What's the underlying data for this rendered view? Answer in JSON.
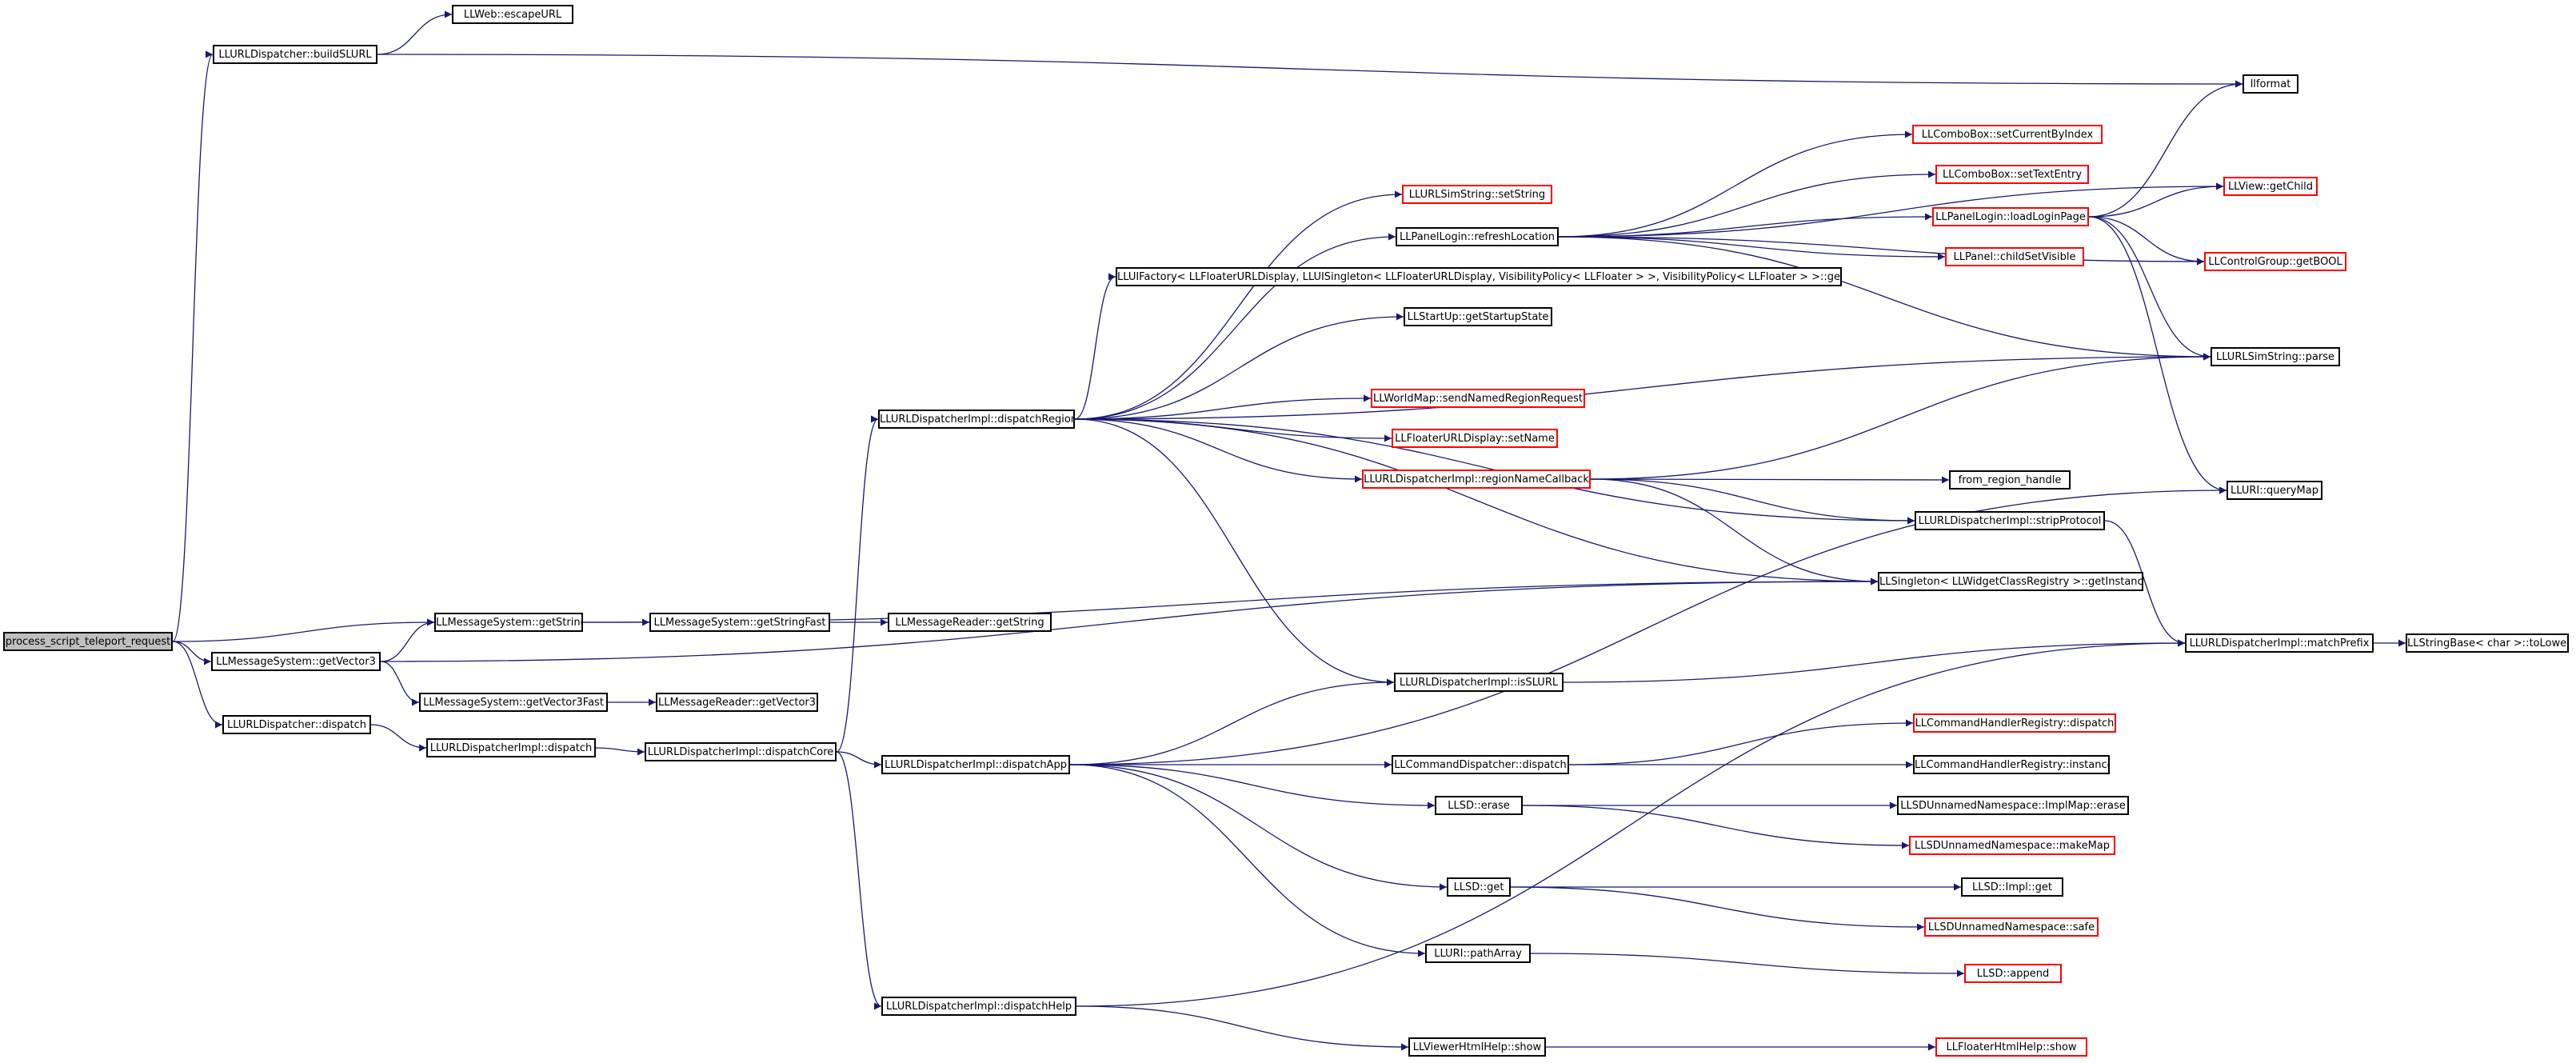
{
  "graph": {
    "colors": {
      "edge": "#191970",
      "node_border": "#000000",
      "truncated_border": "#ff0000",
      "root_fill": "#bfbfbf"
    },
    "nodes": [
      {
        "id": "process_script_teleport_request",
        "label": "process_script_teleport_request",
        "root": true
      },
      {
        "id": "buildSLURL",
        "label": "LLURLDispatcher::buildSLURL"
      },
      {
        "id": "escapeURL",
        "label": "LLWeb::escapeURL"
      },
      {
        "id": "llformat",
        "label": "llformat"
      },
      {
        "id": "getString",
        "label": "LLMessageSystem::getString"
      },
      {
        "id": "getStringFast",
        "label": "LLMessageSystem::getStringFast"
      },
      {
        "id": "readerGetString",
        "label": "LLMessageReader::getString"
      },
      {
        "id": "getVector3",
        "label": "LLMessageSystem::getVector3"
      },
      {
        "id": "getVector3Fast",
        "label": "LLMessageSystem::getVector3Fast"
      },
      {
        "id": "readerGetVector3",
        "label": "LLMessageReader::getVector3"
      },
      {
        "id": "dispatch",
        "label": "LLURLDispatcher::dispatch"
      },
      {
        "id": "implDispatch",
        "label": "LLURLDispatcherImpl::dispatch"
      },
      {
        "id": "dispatchCore",
        "label": "LLURLDispatcherImpl::dispatchCore"
      },
      {
        "id": "dispatchRegion",
        "label": "LLURLDispatcherImpl::dispatchRegion"
      },
      {
        "id": "dispatchApp",
        "label": "LLURLDispatcherImpl::dispatchApp"
      },
      {
        "id": "dispatchHelp",
        "label": "LLURLDispatcherImpl::dispatchHelp"
      },
      {
        "id": "simSetString",
        "label": "LLURLSimString::setString",
        "truncated": true
      },
      {
        "id": "refreshLocation",
        "label": "LLPanelLogin::refreshLocation"
      },
      {
        "id": "uiFactory",
        "label": "LLUIFactory< LLFloaterURLDisplay, LLUISingleton< LLFloaterURLDisplay, VisibilityPolicy< LLFloater > >, VisibilityPolicy< LLFloater > >::getInstance"
      },
      {
        "id": "getStartupState",
        "label": "LLStartUp::getStartupState"
      },
      {
        "id": "sendNamedRegionRequest",
        "label": "LLWorldMap::sendNamedRegionRequest",
        "truncated": true
      },
      {
        "id": "floaterSetName",
        "label": "LLFloaterURLDisplay::setName",
        "truncated": true
      },
      {
        "id": "regionNameCallback",
        "label": "LLURLDispatcherImpl::regionNameCallback",
        "truncated": true
      },
      {
        "id": "isSLURL",
        "label": "LLURLDispatcherImpl::isSLURL"
      },
      {
        "id": "comboSetCurrentByIndex",
        "label": "LLComboBox::setCurrentByIndex",
        "truncated": true
      },
      {
        "id": "comboSetTextEntry",
        "label": "LLComboBox::setTextEntry",
        "truncated": true
      },
      {
        "id": "loadLoginPage",
        "label": "LLPanelLogin::loadLoginPage",
        "truncated": true
      },
      {
        "id": "childSetVisible",
        "label": "LLPanel::childSetVisible",
        "truncated": true
      },
      {
        "id": "viewGetChild",
        "label": "LLView::getChild",
        "truncated": true
      },
      {
        "id": "controlGroupGetBOOL",
        "label": "LLControlGroup::getBOOL",
        "truncated": true
      },
      {
        "id": "simParse",
        "label": "LLURLSimString::parse"
      },
      {
        "id": "fromRegionHandle",
        "label": "from_region_handle"
      },
      {
        "id": "stripProtocol",
        "label": "LLURLDispatcherImpl::stripProtocol"
      },
      {
        "id": "singletonGetInstance",
        "label": "LLSingleton< LLWidgetClassRegistry >::getInstance"
      },
      {
        "id": "uriQueryMap",
        "label": "LLURI::queryMap"
      },
      {
        "id": "matchPrefix",
        "label": "LLURLDispatcherImpl::matchPrefix"
      },
      {
        "id": "toLower",
        "label": "LLStringBase< char >::toLower"
      },
      {
        "id": "cmdDispatcherDispatch",
        "label": "LLCommandDispatcher::dispatch"
      },
      {
        "id": "cmdRegistryDispatch",
        "label": "LLCommandHandlerRegistry::dispatch",
        "truncated": true
      },
      {
        "id": "cmdRegistryInstance",
        "label": "LLCommandHandlerRegistry::instance"
      },
      {
        "id": "llsdErase",
        "label": "LLSD::erase"
      },
      {
        "id": "implMapErase",
        "label": "LLSDUnnamedNamespace::ImplMap::erase"
      },
      {
        "id": "makeMap",
        "label": "LLSDUnnamedNamespace::makeMap",
        "truncated": true
      },
      {
        "id": "llsdGet",
        "label": "LLSD::get"
      },
      {
        "id": "llsdImplGet",
        "label": "LLSD::Impl::get"
      },
      {
        "id": "safe",
        "label": "LLSDUnnamedNamespace::safe",
        "truncated": true
      },
      {
        "id": "pathArray",
        "label": "LLURI::pathArray"
      },
      {
        "id": "llsdAppend",
        "label": "LLSD::append",
        "truncated": true
      },
      {
        "id": "htmlHelpShow",
        "label": "LLViewerHtmlHelp::show"
      },
      {
        "id": "floaterHtmlHelpShow",
        "label": "LLFloaterHtmlHelp::show",
        "truncated": true
      }
    ],
    "edges": [
      [
        "process_script_teleport_request",
        "buildSLURL"
      ],
      [
        "process_script_teleport_request",
        "getString"
      ],
      [
        "process_script_teleport_request",
        "getVector3"
      ],
      [
        "process_script_teleport_request",
        "dispatch"
      ],
      [
        "buildSLURL",
        "escapeURL"
      ],
      [
        "buildSLURL",
        "llformat"
      ],
      [
        "getString",
        "getStringFast"
      ],
      [
        "getString",
        "singletonGetInstance"
      ],
      [
        "getStringFast",
        "readerGetString"
      ],
      [
        "getVector3",
        "getString"
      ],
      [
        "getVector3",
        "getVector3Fast"
      ],
      [
        "getVector3",
        "singletonGetInstance"
      ],
      [
        "getVector3Fast",
        "readerGetVector3"
      ],
      [
        "dispatch",
        "implDispatch"
      ],
      [
        "implDispatch",
        "dispatchCore"
      ],
      [
        "dispatchCore",
        "dispatchRegion"
      ],
      [
        "dispatchCore",
        "dispatchApp"
      ],
      [
        "dispatchCore",
        "dispatchHelp"
      ],
      [
        "dispatchRegion",
        "simSetString"
      ],
      [
        "dispatchRegion",
        "refreshLocation"
      ],
      [
        "dispatchRegion",
        "uiFactory"
      ],
      [
        "dispatchRegion",
        "getStartupState"
      ],
      [
        "dispatchRegion",
        "simParse"
      ],
      [
        "dispatchRegion",
        "sendNamedRegionRequest"
      ],
      [
        "dispatchRegion",
        "floaterSetName"
      ],
      [
        "dispatchRegion",
        "regionNameCallback"
      ],
      [
        "dispatchRegion",
        "stripProtocol"
      ],
      [
        "dispatchRegion",
        "singletonGetInstance"
      ],
      [
        "dispatchRegion",
        "isSLURL"
      ],
      [
        "refreshLocation",
        "comboSetCurrentByIndex"
      ],
      [
        "refreshLocation",
        "comboSetTextEntry"
      ],
      [
        "refreshLocation",
        "loadLoginPage"
      ],
      [
        "refreshLocation",
        "childSetVisible"
      ],
      [
        "refreshLocation",
        "viewGetChild"
      ],
      [
        "refreshLocation",
        "controlGroupGetBOOL"
      ],
      [
        "refreshLocation",
        "simParse"
      ],
      [
        "loadLoginPage",
        "llformat"
      ],
      [
        "loadLoginPage",
        "viewGetChild"
      ],
      [
        "loadLoginPage",
        "controlGroupGetBOOL"
      ],
      [
        "loadLoginPage",
        "simParse"
      ],
      [
        "loadLoginPage",
        "uriQueryMap"
      ],
      [
        "regionNameCallback",
        "simParse"
      ],
      [
        "regionNameCallback",
        "fromRegionHandle"
      ],
      [
        "regionNameCallback",
        "stripProtocol"
      ],
      [
        "regionNameCallback",
        "singletonGetInstance"
      ],
      [
        "stripProtocol",
        "matchPrefix"
      ],
      [
        "isSLURL",
        "matchPrefix"
      ],
      [
        "matchPrefix",
        "toLower"
      ],
      [
        "dispatchApp",
        "isSLURL"
      ],
      [
        "dispatchApp",
        "uriQueryMap"
      ],
      [
        "dispatchApp",
        "cmdDispatcherDispatch"
      ],
      [
        "dispatchApp",
        "llsdErase"
      ],
      [
        "dispatchApp",
        "llsdGet"
      ],
      [
        "dispatchApp",
        "pathArray"
      ],
      [
        "cmdDispatcherDispatch",
        "cmdRegistryDispatch"
      ],
      [
        "cmdDispatcherDispatch",
        "cmdRegistryInstance"
      ],
      [
        "llsdErase",
        "implMapErase"
      ],
      [
        "llsdErase",
        "makeMap"
      ],
      [
        "llsdGet",
        "llsdImplGet"
      ],
      [
        "llsdGet",
        "safe"
      ],
      [
        "pathArray",
        "llsdAppend"
      ],
      [
        "dispatchHelp",
        "matchPrefix"
      ],
      [
        "dispatchHelp",
        "htmlHelpShow"
      ],
      [
        "htmlHelpShow",
        "floaterHtmlHelpShow"
      ]
    ]
  }
}
